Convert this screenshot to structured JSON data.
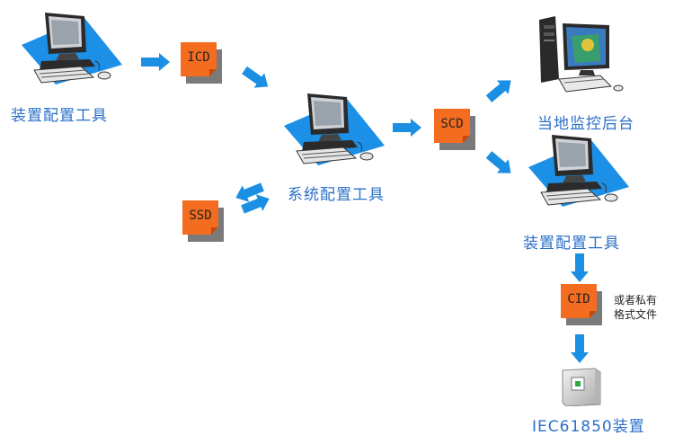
{
  "nodes": {
    "device_tool_top": "装置配置工具",
    "system_tool": "系统配置工具",
    "local_monitor": "当地监控后台",
    "device_tool_right": "装置配置工具",
    "iec_device": "IEC61850装置"
  },
  "files": {
    "icd": "ICD",
    "scd": "SCD",
    "ssd": "SSD",
    "cid": "CID"
  },
  "cid_note": [
    "或者私有",
    "格式文件"
  ],
  "colors": {
    "arrow": "#1a8fe3",
    "label": "#2a6fc9",
    "file": "#f36c1f",
    "pad": "#1c8fe6"
  }
}
